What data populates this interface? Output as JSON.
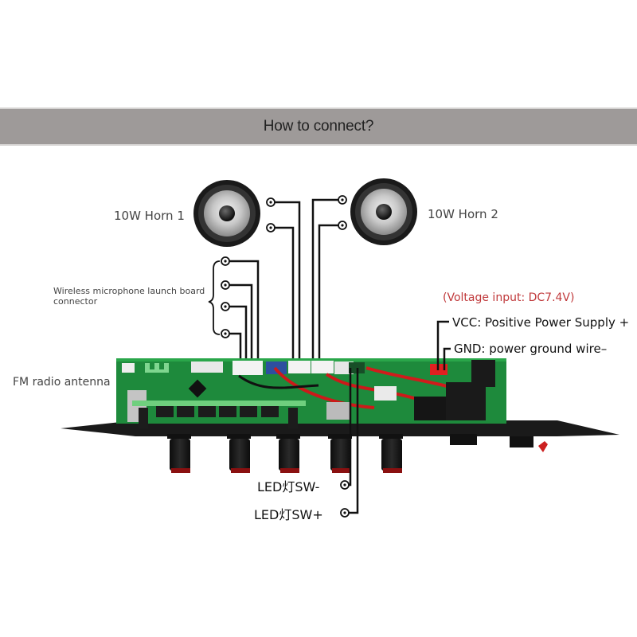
{
  "header": {
    "title": "How to connect?",
    "banner_color": "#9e9a99"
  },
  "speakers": [
    {
      "label": "10W Horn 1",
      "icon": "speaker-icon"
    },
    {
      "label": "10W Horn 2",
      "icon": "speaker-icon"
    }
  ],
  "connectors": {
    "mic": {
      "label": "Wireless microphone launch board connector",
      "pins": 4
    },
    "fm": {
      "label": "FM radio antenna"
    },
    "power": {
      "note": "(Voltage input: DC7.4V)",
      "note_color": "#c0393b",
      "vcc": "VCC: Positive Power Supply +",
      "gnd": "GND: power ground wire–",
      "plug_color": "#e02020"
    },
    "led": {
      "minus": "LED灯SW-",
      "plus": "LED灯SW+"
    }
  },
  "board": {
    "pcb_color": "#1e8a3c",
    "knob_count": 5
  }
}
